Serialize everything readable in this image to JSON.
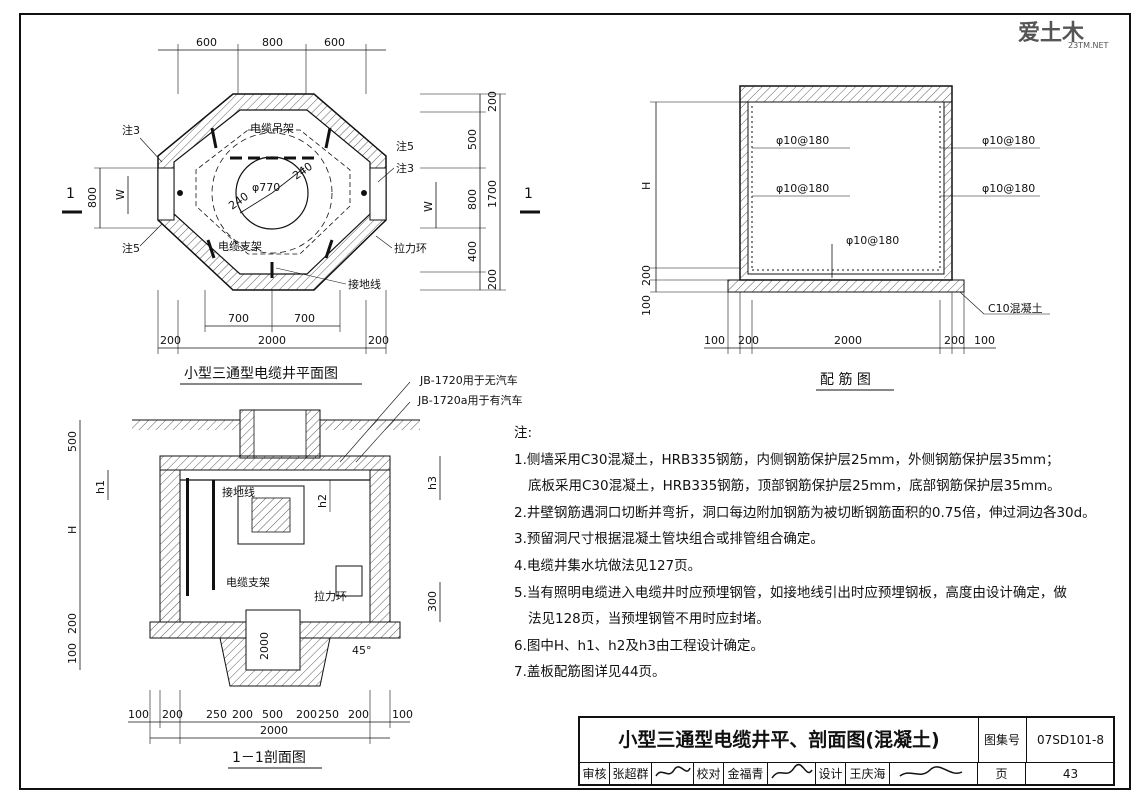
{
  "logo": {
    "text": "爱土木",
    "sub": "23TM.NET"
  },
  "plan": {
    "title": "小型三通型电缆井平面图",
    "top_dims": [
      "600",
      "800",
      "600"
    ],
    "bottom_dims": [
      "700",
      "700"
    ],
    "overall_dims": [
      "200",
      "2000",
      "200"
    ],
    "right_dims": [
      "200",
      "500",
      "800",
      "400",
      "200"
    ],
    "right_total": "1700",
    "left_dim": "800",
    "labels": {
      "note3": "注3",
      "note5a": "注5",
      "note5b": "注5",
      "note3b": "注3",
      "cable_hanger": "电缆吊架",
      "cable_support": "电缆支架",
      "pull_ring": "拉力环",
      "ground_wire": "接地线",
      "w_left": "W",
      "w_right": "W",
      "diam": "φ770",
      "r1": "240",
      "r2": "240",
      "sec_left": "1",
      "sec_right": "1"
    }
  },
  "rebar": {
    "title": "配 筋 图",
    "labels": [
      "φ10@180",
      "φ10@180",
      "φ10@180",
      "φ10@180",
      "φ10@180"
    ],
    "h_label": "H",
    "left_dims": [
      "100",
      "200"
    ],
    "bottom_dims": [
      "100",
      "200",
      "2000",
      "200",
      "100"
    ],
    "c10": "C10混凝土"
  },
  "section": {
    "title": "1－1剖面图",
    "cover1": "JB-1720用于无汽车",
    "cover2": "JB-1720a用于有汽车",
    "left_dims": [
      "500",
      "h1",
      "H",
      "200",
      "100"
    ],
    "right_dims": [
      "h3",
      "300"
    ],
    "h2": "h2",
    "ground_wire": "接地线",
    "cable_support": "电缆支架",
    "pull_ring": "拉力环",
    "angle": "45°",
    "inner": "2000",
    "bottom_dims": [
      "100",
      "200",
      "250",
      "200",
      "500",
      "200",
      "250",
      "200",
      "100"
    ],
    "bottom_total": "2000"
  },
  "notes": {
    "heading": "注:",
    "items": [
      "1.侧墙采用C30混凝土，HRB335钢筋，内侧钢筋保护层25mm，外侧钢筋保护层35mm；",
      "底板采用C30混凝土，HRB335钢筋，顶部钢筋保护层25mm，底部钢筋保护层35mm。",
      "2.井壁钢筋遇洞口切断并弯折，洞口每边附加钢筋为被切断钢筋面积的0.75倍，伸过洞边各30d。",
      "3.预留洞尺寸根据混凝土管块组合或排管组合确定。",
      "4.电缆井集水坑做法见127页。",
      "5.当有照明电缆进入电缆井时应预埋钢管，如接地线引出时应预埋钢板，高度由设计确定，做",
      "法见128页，当预埋钢管不用时应封堵。",
      "6.图中H、h1、h2及h3由工程设计确定。",
      "7.盖板配筋图详见44页。"
    ]
  },
  "titleblock": {
    "title": "小型三通型电缆井平、剖面图(混凝土)",
    "atlas_label": "图集号",
    "atlas_no": "07SD101-8",
    "review_label": "审核",
    "reviewer": "张超群",
    "check_label": "校对",
    "checker": "金福青",
    "design_label": "设计",
    "designer": "王庆海",
    "page_label": "页",
    "page_no": "43"
  }
}
